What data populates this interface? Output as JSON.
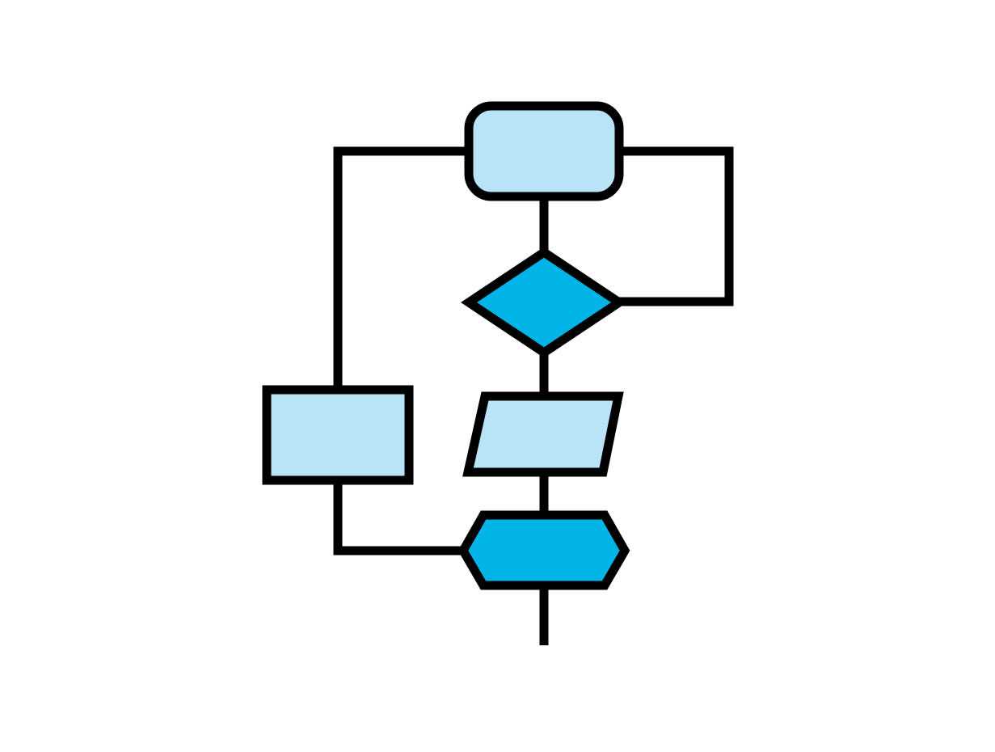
{
  "diagram": {
    "type": "flowchart",
    "colors": {
      "light_fill": "#B9E4F8",
      "dark_fill": "#00B4E8",
      "stroke": "#000000",
      "background": "#FFFFFF"
    },
    "nodes": [
      {
        "id": "start",
        "shape": "rounded-rectangle",
        "label": ""
      },
      {
        "id": "decision",
        "shape": "diamond",
        "label": ""
      },
      {
        "id": "input-output",
        "shape": "parallelogram",
        "label": ""
      },
      {
        "id": "process",
        "shape": "rectangle",
        "label": ""
      },
      {
        "id": "preparation",
        "shape": "hexagon",
        "label": ""
      }
    ],
    "edges": [
      {
        "from": "start",
        "to": "decision"
      },
      {
        "from": "decision",
        "to": "start"
      },
      {
        "from": "start",
        "to": "process"
      },
      {
        "from": "decision",
        "to": "input-output"
      },
      {
        "from": "input-output",
        "to": "preparation"
      },
      {
        "from": "process",
        "to": "preparation"
      },
      {
        "from": "preparation",
        "to": "end"
      }
    ]
  }
}
